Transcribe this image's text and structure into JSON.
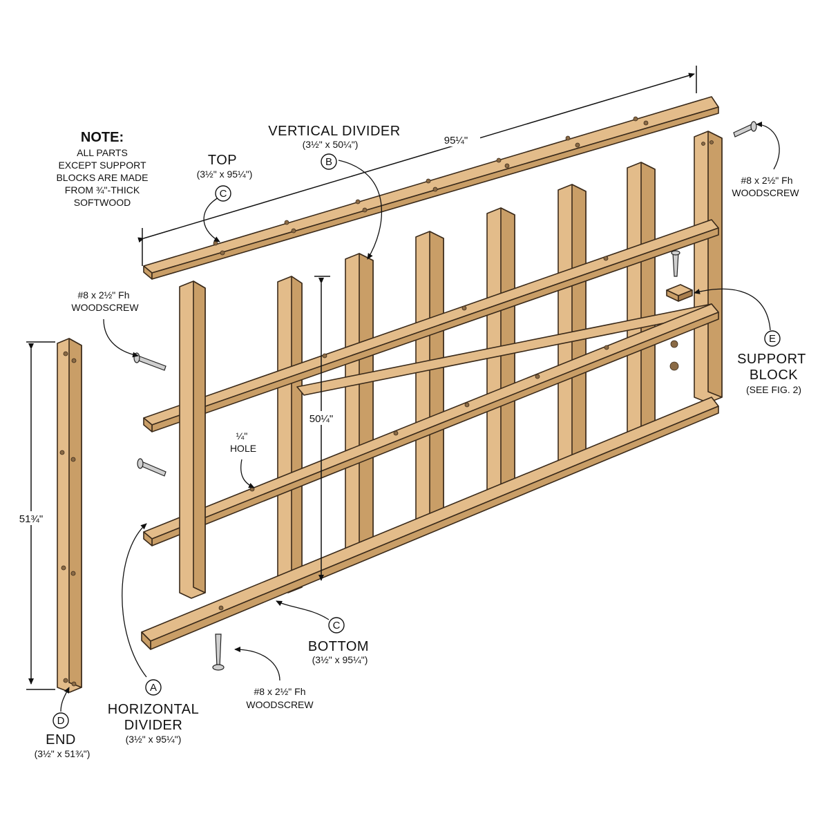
{
  "note": {
    "heading": "NOTE:",
    "lines": [
      "ALL PARTS",
      "EXCEPT SUPPORT",
      "BLOCKS ARE MADE",
      "FROM ¾\"-THICK",
      "SOFTWOOD"
    ]
  },
  "parts": {
    "vertical_divider": {
      "letter": "B",
      "name": "VERTICAL DIVIDER",
      "size": "(3½\" x 50¼\")"
    },
    "top": {
      "letter": "C",
      "name": "TOP",
      "size": "(3½\" x 95¼\")"
    },
    "bottom": {
      "letter": "C",
      "name": "BOTTOM",
      "size": "(3½\" x 95¼\")"
    },
    "horizontal_divider": {
      "letter": "A",
      "name_line1": "HORIZONTAL",
      "name_line2": "DIVIDER",
      "size": "(3½\" x 95¼\")"
    },
    "end": {
      "letter": "D",
      "name": "END",
      "size": "(3½\" x 51¾\")"
    },
    "support_block": {
      "letter": "E",
      "name_line1": "SUPPORT",
      "name_line2": "BLOCK",
      "ref": "(SEE FIG. 2)"
    }
  },
  "screws": {
    "top_right": {
      "line1": "#8 x 2½\" Fh",
      "line2": "WOODSCREW"
    },
    "left": {
      "line1": "#8 x 2½\" Fh",
      "line2": "WOODSCREW"
    },
    "bottom": {
      "line1": "#8 x 2½\" Fh",
      "line2": "WOODSCREW"
    }
  },
  "hole": {
    "line1": "¼\"",
    "line2": "HOLE"
  },
  "dimensions": {
    "length": "95¼\"",
    "divider_height": "50¼\"",
    "end_height": "51¾\""
  },
  "colors": {
    "wood_light": "#e3bc8a",
    "wood_mid": "#c99e67",
    "wood_dark": "#a97f4e",
    "outline": "#3a2a1a"
  }
}
